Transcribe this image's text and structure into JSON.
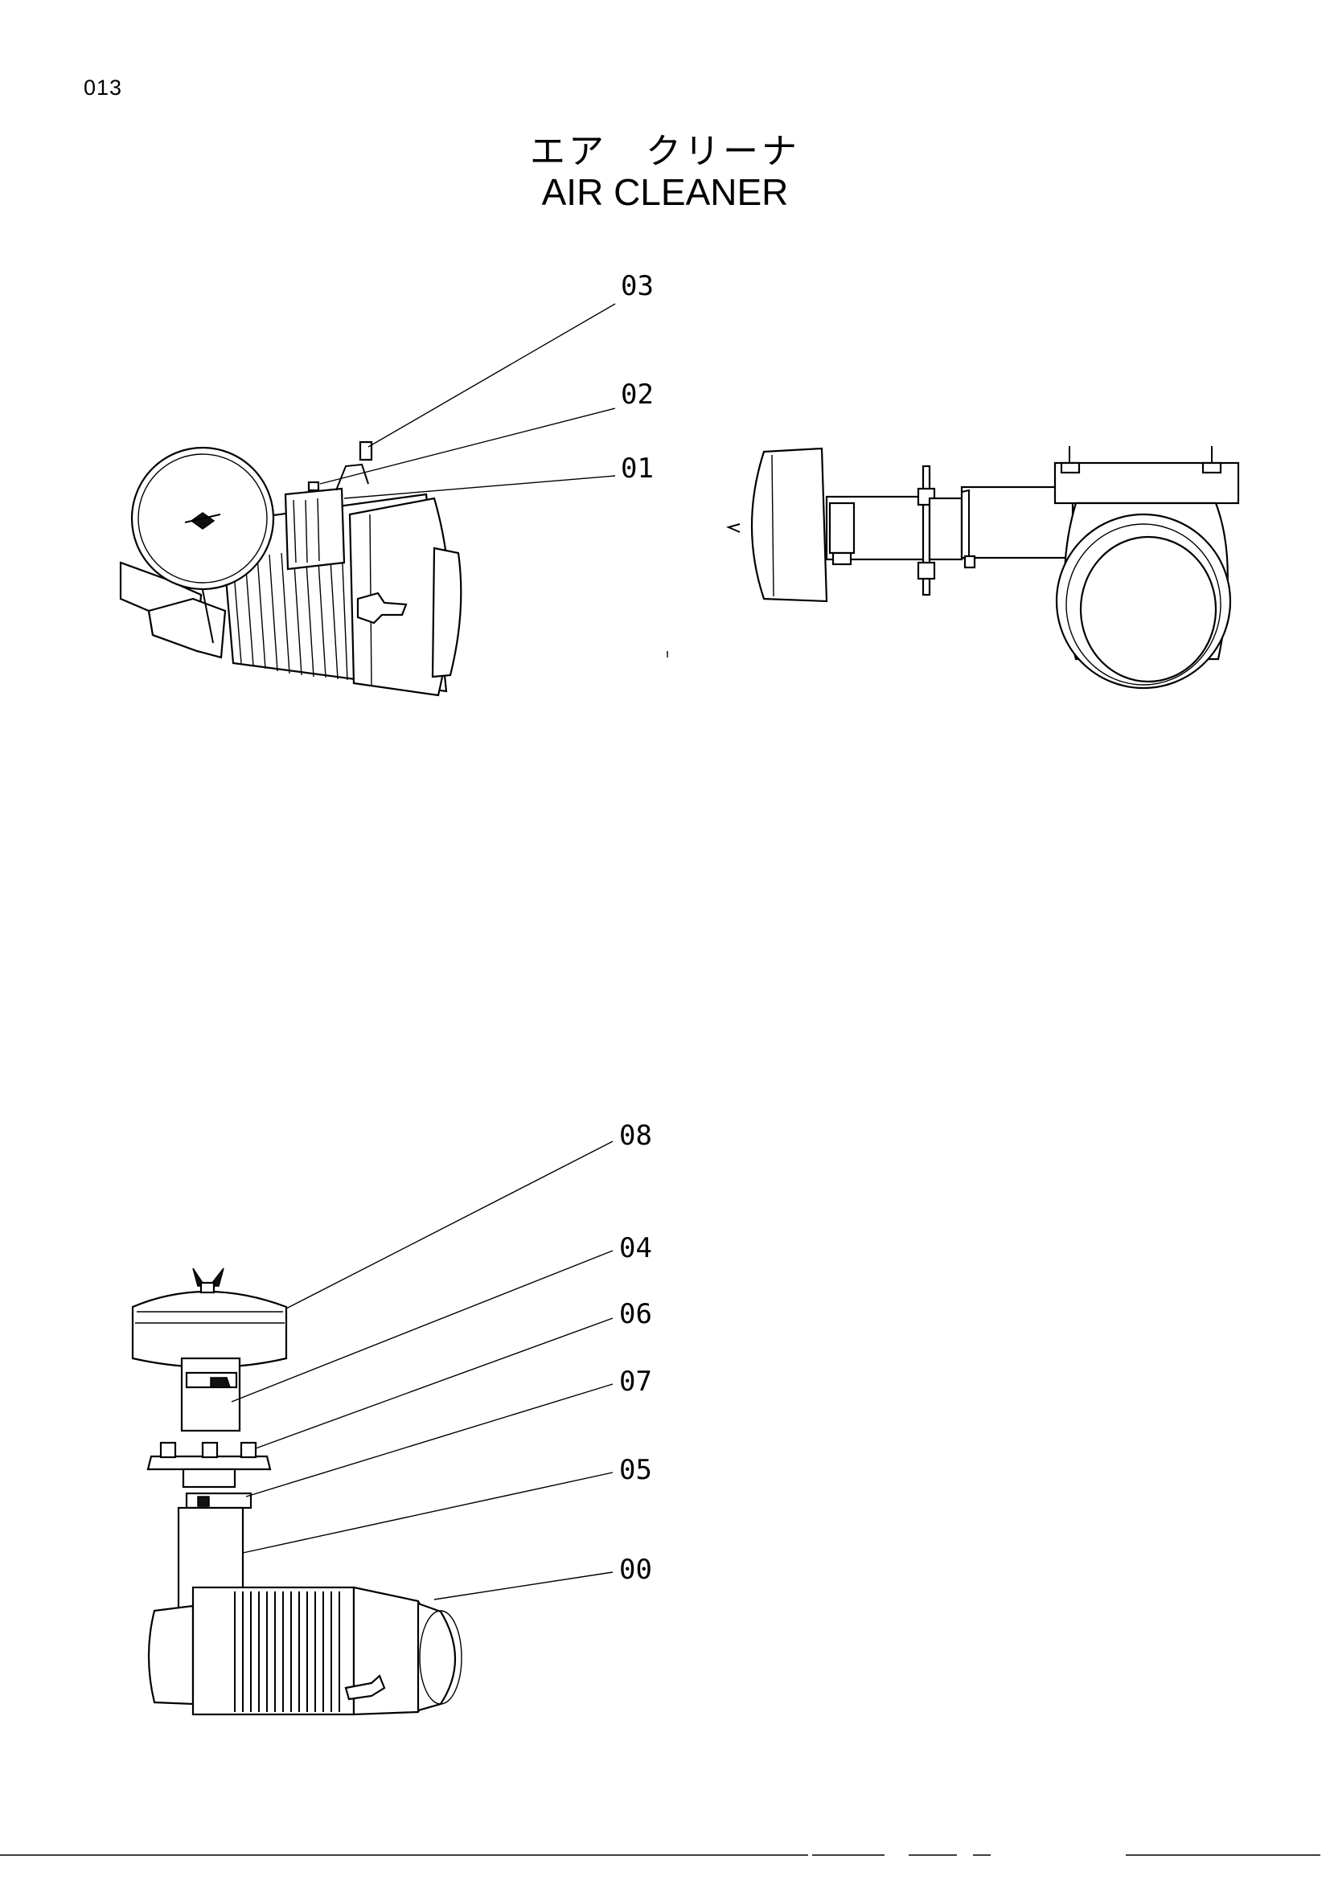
{
  "page_number": "013",
  "title": {
    "japanese": "エア　クリーナ",
    "english": "AIR  CLEANER"
  },
  "views": {
    "top_left": {
      "callouts": [
        "03",
        "02",
        "01"
      ]
    },
    "top_right": {
      "callouts": []
    },
    "bottom_left": {
      "callouts": [
        "08",
        "04",
        "06",
        "07",
        "05",
        "00"
      ]
    }
  }
}
